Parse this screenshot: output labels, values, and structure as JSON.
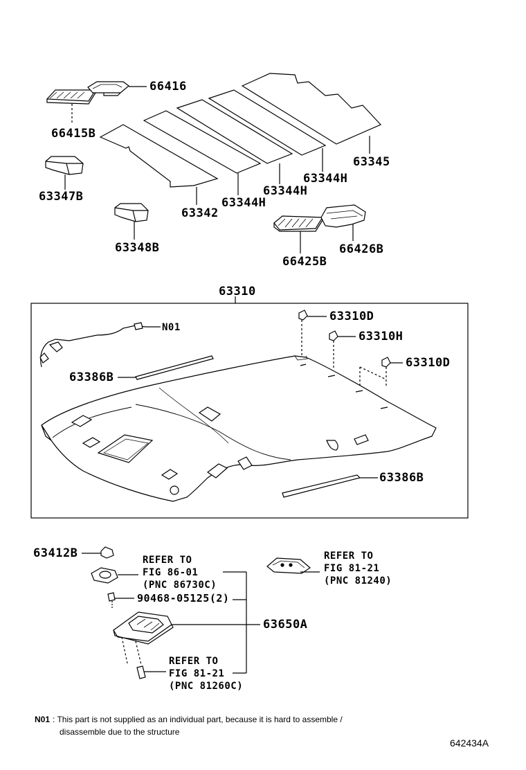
{
  "parts": {
    "p66416": "66416",
    "p66415B": "66415B",
    "p63347B": "63347B",
    "p63342": "63342",
    "p63344H_a": "63344H",
    "p63344H_b": "63344H",
    "p63344H_c": "63344H",
    "p63345": "63345",
    "p63348B": "63348B",
    "p66425B": "66425B",
    "p66426B": "66426B",
    "p63310": "63310",
    "pN01": "N01",
    "p63310D_a": "63310D",
    "p63310H": "63310H",
    "p63310D_b": "63310D",
    "p63386B_a": "63386B",
    "p63386B_b": "63386B",
    "p63412B": "63412B",
    "p90468": "90468-05125(2)",
    "p63650A": "63650A"
  },
  "refs": {
    "ref1": {
      "line1": "REFER TO",
      "line2": "FIG 86-01",
      "line3": "(PNC 86730C)"
    },
    "ref2": {
      "line1": "REFER TO",
      "line2": "FIG 81-21",
      "line3": "(PNC 81240)"
    },
    "ref3": {
      "line1": "REFER TO",
      "line2": "FIG 81-21",
      "line3": "(PNC 81260C)"
    }
  },
  "note": {
    "tag": "N01",
    "line1": ": This part is not supplied as an individual part, because it is hard to assemble /",
    "line2": "disassemble due to the structure"
  },
  "diagram_code": "642434A"
}
